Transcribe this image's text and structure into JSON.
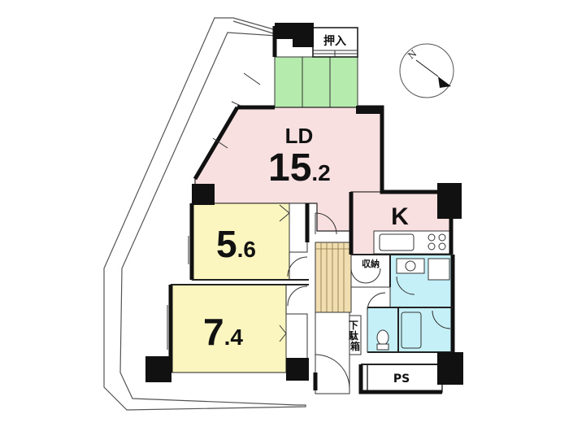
{
  "floor_plan": {
    "rooms": [
      {
        "id": "ld",
        "name": "LD",
        "size_int": "15",
        "size_dec": ".2",
        "color": "#f8dfe0"
      },
      {
        "id": "k",
        "name": "K",
        "color": "#f8dfe0"
      },
      {
        "id": "western1",
        "size_int": "5",
        "size_dec": ".6",
        "color": "#fbf6c0"
      },
      {
        "id": "western2",
        "size_int": "7",
        "size_dec": ".4",
        "color": "#fbf6c0"
      },
      {
        "id": "tatami",
        "color": "#b5ecad"
      },
      {
        "id": "bath",
        "color": "#c5f0f7"
      },
      {
        "id": "washroom",
        "color": "#c5f0f7"
      },
      {
        "id": "toilet",
        "color": "#c5f0f7"
      },
      {
        "id": "hall",
        "color": "#f0deb0"
      }
    ],
    "labels": {
      "oshiire": "押入",
      "shuno": "収納",
      "getabako": "下駄箱",
      "ps": "PS"
    },
    "compass": {
      "north_label": "N"
    }
  }
}
